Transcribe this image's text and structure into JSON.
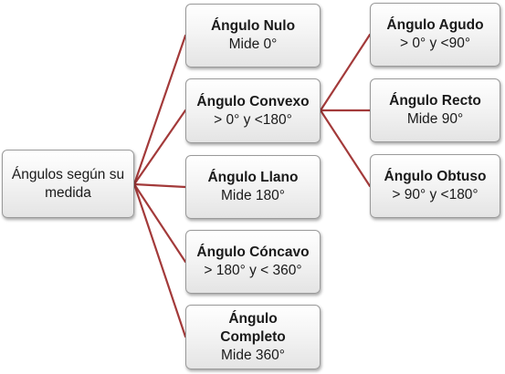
{
  "root": {
    "label": "Ángulos según su medida"
  },
  "children": [
    {
      "title": "Ángulo Nulo",
      "detail": "Mide 0°"
    },
    {
      "title": "Ángulo Convexo",
      "detail": "> 0° y <180°"
    },
    {
      "title": "Ángulo Llano",
      "detail": "Mide 180°"
    },
    {
      "title": "Ángulo Cóncavo",
      "detail": "> 180° y < 360°"
    },
    {
      "title": "Ángulo Completo",
      "detail": "Mide 360°"
    }
  ],
  "convexo_children": [
    {
      "title": "Ángulo Agudo",
      "detail": "> 0° y <90°"
    },
    {
      "title": "Ángulo Recto",
      "detail": "Mide 90°"
    },
    {
      "title": "Ángulo Obtuso",
      "detail": "> 90° y <180°"
    }
  ],
  "colors": {
    "connector": "#a33a3a",
    "box_border": "#9a9a9a"
  }
}
